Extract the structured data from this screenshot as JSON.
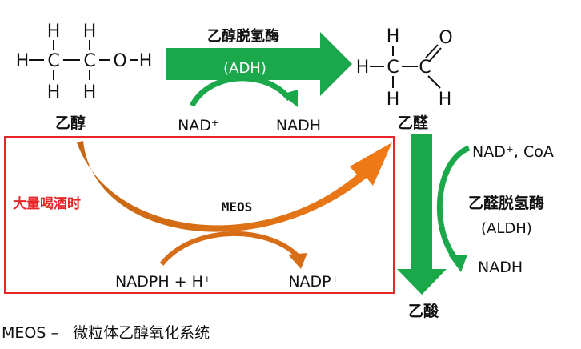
{
  "ethanol": {
    "atoms": [
      "H",
      "H",
      "H",
      "C",
      "C",
      "O",
      "H",
      "H",
      "H"
    ],
    "name": "乙醇"
  },
  "acetaldehyde": {
    "atoms": [
      "H",
      "H",
      "C",
      "C",
      "O",
      "H",
      "H"
    ],
    "name": "乙醛"
  },
  "acetic_acid": {
    "name": "乙酸"
  },
  "adh": {
    "name": "乙醇脱氢酶",
    "abbr": "(ADH)",
    "cofactor_in": "NAD⁺",
    "cofactor_out": "NADH"
  },
  "aldh": {
    "name": "乙醛脱氢酶",
    "abbr": "(ALDH)",
    "cofactor_in": "NAD⁺, CoA",
    "cofactor_out": "NADH"
  },
  "meos": {
    "box_label": "大量喝酒时",
    "label": "MEOS",
    "cofactor_in": "NADPH + H⁺",
    "cofactor_out": "NADP⁺"
  },
  "footnote": "MEOS –   微粒体乙醇氧化系统",
  "colors": {
    "green": "#1aa84a",
    "orange": "#e8781e",
    "box": "#e8262a"
  }
}
